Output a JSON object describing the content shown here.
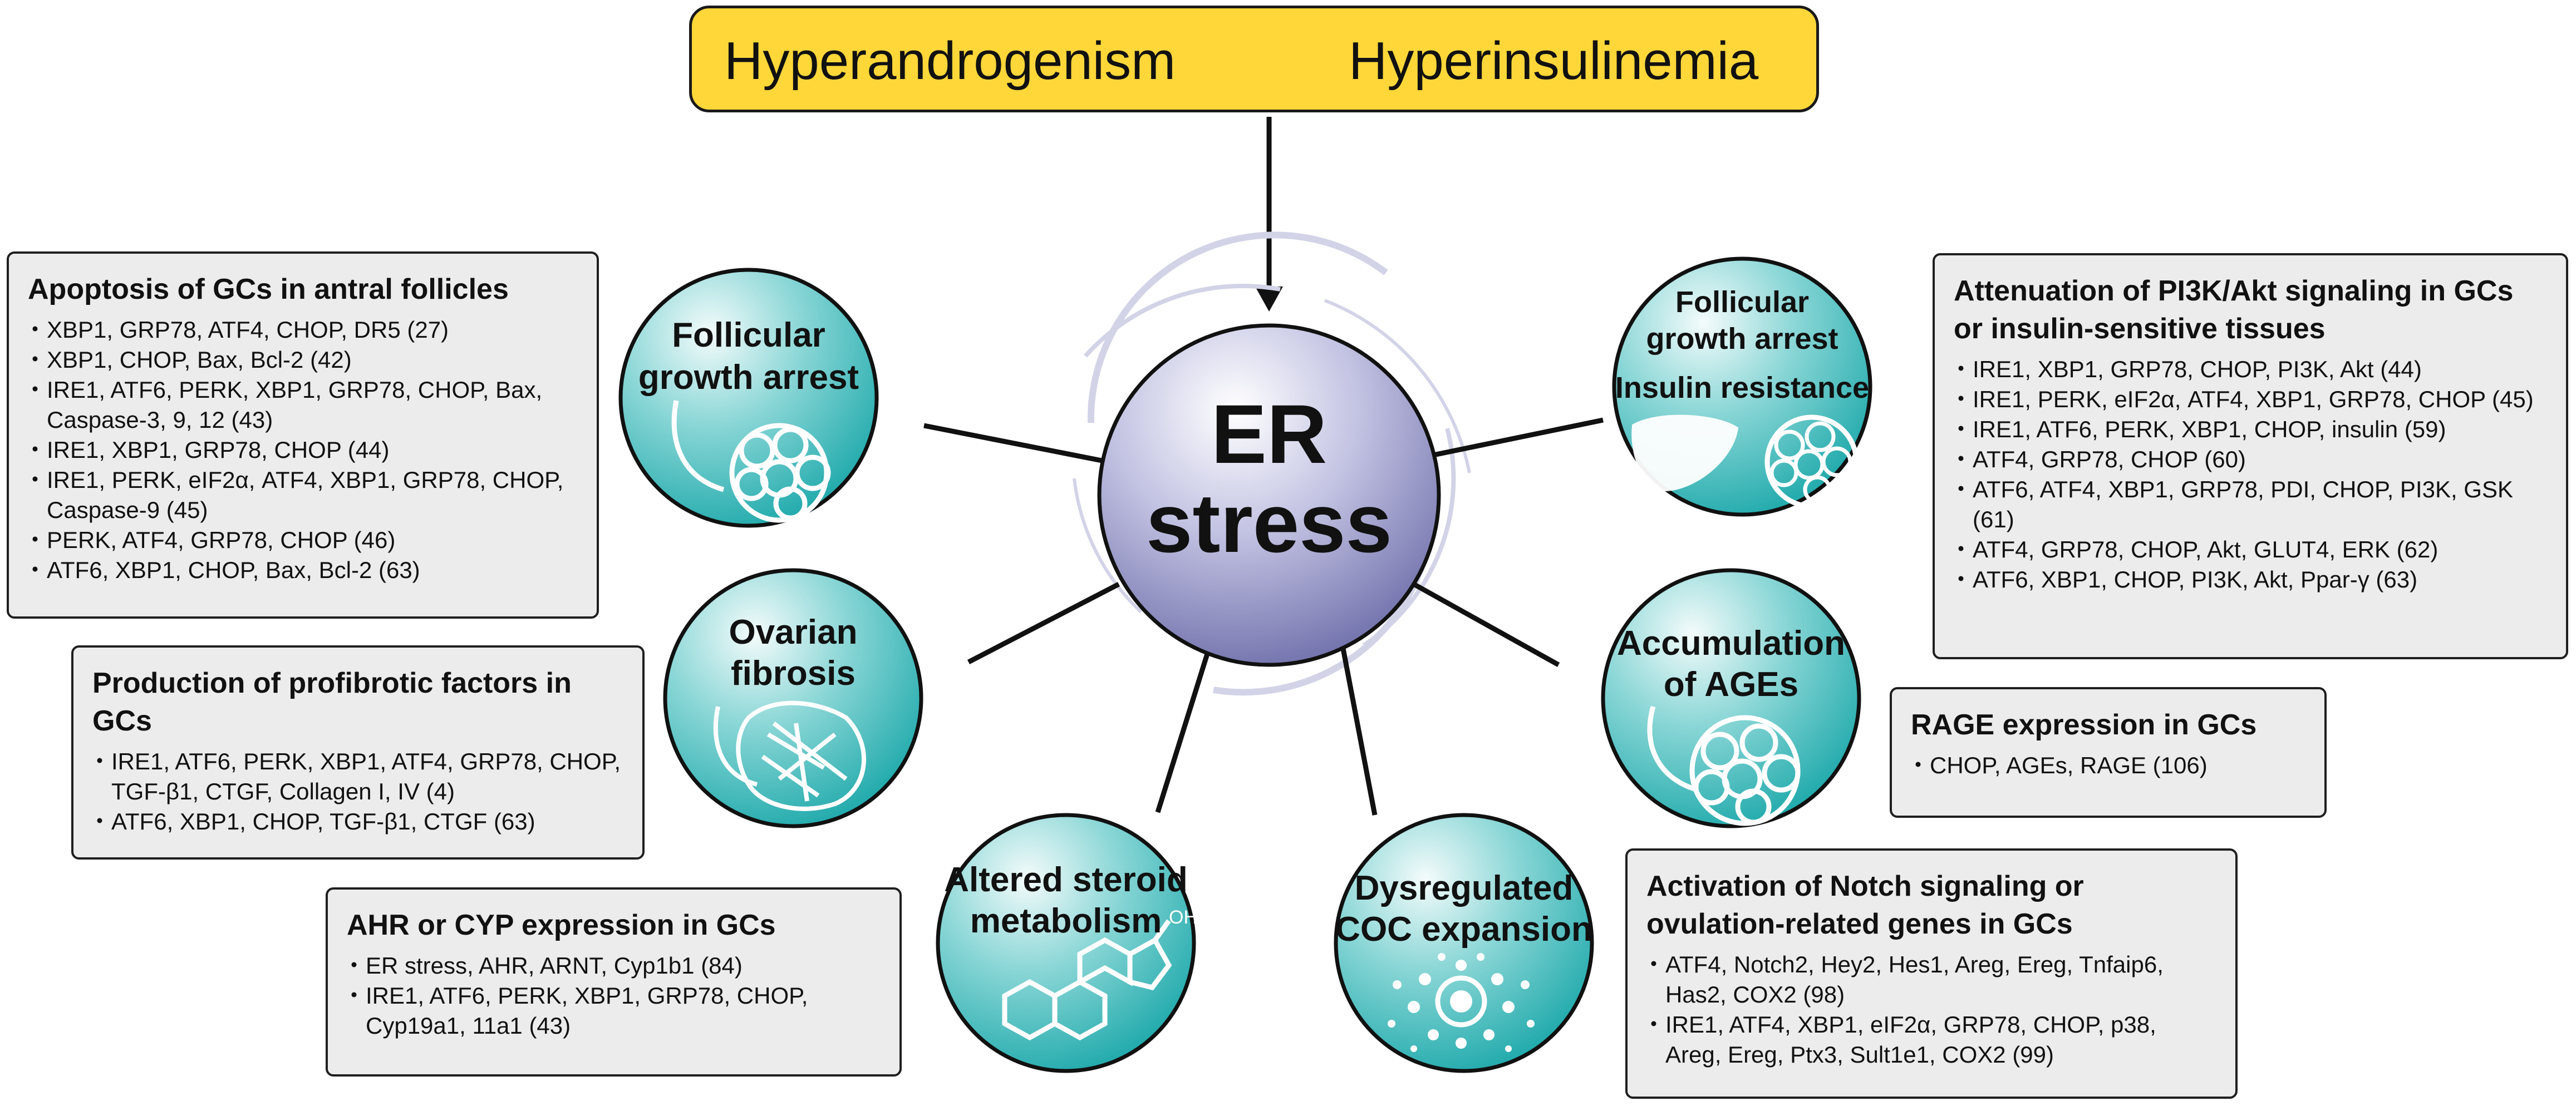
{
  "banner": {
    "left_text": "Hyperandrogenism",
    "right_text": "Hyperinsulinemia",
    "fill": "#ffd739"
  },
  "center": {
    "line1": "ER",
    "line2": "stress",
    "fill": "#8c8cc4"
  },
  "nodes": {
    "follicular_growth_arrest": "Follicular growth arrest",
    "follicular_growth_arrest_insulin": [
      "Follicular",
      "growth arrest",
      "Insulin resistance"
    ],
    "ovarian_fibrosis": [
      "Ovarian",
      "fibrosis"
    ],
    "accumulation_ages": [
      "Accumulation",
      "of AGEs"
    ],
    "altered_steroid": [
      "Altered steroid",
      "metabolism"
    ],
    "dysregulated_coc": [
      "Dysregulated",
      "COC expansion"
    ],
    "node_fill": "#3fbfc0"
  },
  "boxes": {
    "apoptosis": {
      "title": "Apoptosis of GCs in antral follicles",
      "items": [
        "XBP1, GRP78, ATF4, CHOP, DR5 (27)",
        "XBP1, CHOP, Bax, Bcl-2 (42)",
        "IRE1, ATF6, PERK, XBP1, GRP78, CHOP, Bax, Caspase-3, 9, 12 (43)",
        "IRE1, XBP1, GRP78, CHOP (44)",
        "IRE1, PERK, eIF2α, ATF4, XBP1, GRP78, CHOP, Caspase-9 (45)",
        "PERK, ATF4, GRP78, CHOP (46)",
        "ATF6, XBP1, CHOP, Bax, Bcl-2 (63)"
      ]
    },
    "profibrotic": {
      "title": "Production of profibrotic factors in GCs",
      "items": [
        "IRE1, ATF6, PERK, XBP1, ATF4, GRP78, CHOP, TGF-β1, CTGF, Collagen I, IV (4)",
        "ATF6, XBP1, CHOP, TGF-β1, CTGF (63)"
      ]
    },
    "ahr": {
      "title": "AHR or CYP expression in GCs",
      "items": [
        "ER stress, AHR, ARNT, Cyp1b1 (84)",
        "IRE1, ATF6, PERK, XBP1, GRP78, CHOP, Cyp19a1, 11a1 (43)"
      ]
    },
    "pi3k": {
      "title": "Attenuation of PI3K/Akt signaling in GCs or insulin-sensitive tissues",
      "items": [
        "IRE1, XBP1, GRP78, CHOP, PI3K, Akt (44)",
        "IRE1, PERK, eIF2α, ATF4, XBP1, GRP78, CHOP (45)",
        "IRE1, ATF6, PERK, XBP1, CHOP, insulin (59)",
        "ATF4, GRP78, CHOP (60)",
        "ATF6, ATF4, XBP1, GRP78, PDI, CHOP, PI3K, GSK (61)",
        "ATF4, GRP78, CHOP, Akt, GLUT4, ERK (62)",
        "ATF6, XBP1, CHOP, PI3K, Akt, Ppar-γ (63)"
      ]
    },
    "rage": {
      "title": "RAGE expression in GCs",
      "items": [
        "CHOP, AGEs, RAGE (106)"
      ]
    },
    "notch": {
      "title": "Activation of Notch signaling or ovulation-related genes in GCs",
      "items": [
        "ATF4, Notch2, Hey2, Hes1, Areg, Ereg, Tnfaip6, Has2, COX2 (98)",
        "IRE1, ATF4, XBP1, eIF2α, GRP78, CHOP, p38, Areg, Ereg, Ptx3, Sult1e1, COX2 (99)"
      ]
    }
  }
}
